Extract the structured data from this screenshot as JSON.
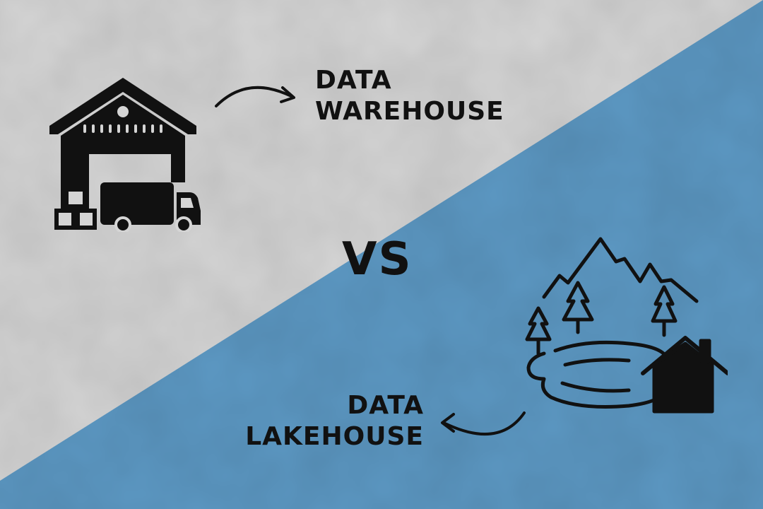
{
  "warehouse": {
    "line1": "DATA",
    "line2": "WAREHOUSE",
    "icon": "warehouse-truck-icon"
  },
  "lakehouse": {
    "line1": "DATA",
    "line2": "LAKEHOUSE",
    "icon": "lake-house-icon"
  },
  "vs_text": "VS",
  "colors": {
    "paper": "#d4d4d4",
    "blue": "#5a97c2",
    "ink": "#111111"
  }
}
